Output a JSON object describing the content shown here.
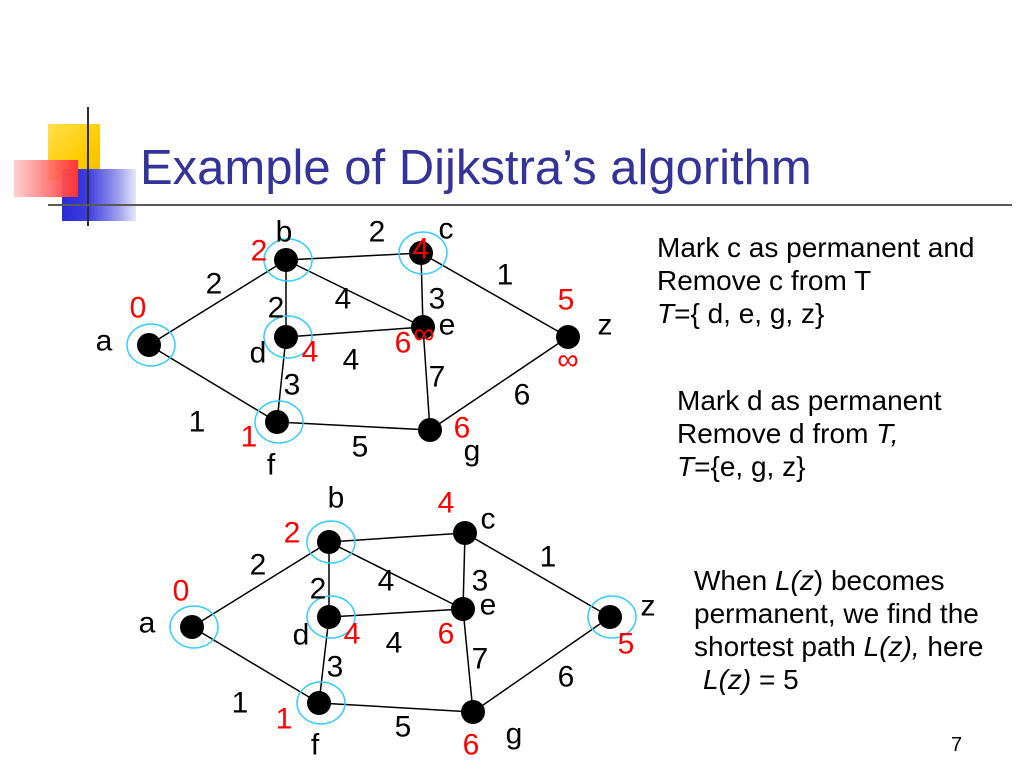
{
  "title": "Example of Dijkstra’s algorithm",
  "colors": {
    "title": "#333399",
    "distance_label": "#ff0000",
    "highlight_ring": "#33ccff",
    "edge": "#000000",
    "node": "#000000",
    "logo_yellow": "#ffcc00",
    "logo_red": "#ff3333",
    "logo_blue": "#2b2bd6"
  },
  "graphs": [
    {
      "node_labels": {
        "a": "a",
        "b": "b",
        "c": "c",
        "d": "d",
        "e": "e",
        "f": "f",
        "g": "g",
        "z": "z"
      },
      "edge_weights": {
        "a_b": "2",
        "a_f": "1",
        "b_c": "2",
        "b_d": "2",
        "d_f": "3",
        "b_e": "4",
        "c_e": "3",
        "c_z": "1",
        "d_e": "4",
        "e_g": "7",
        "g_z": "6",
        "f_g": "5"
      },
      "distance_labels": {
        "a": "0",
        "b": "2",
        "c": "4",
        "d": "4",
        "e": [
          "6",
          "∞"
        ],
        "f": "1",
        "g": "6",
        "z": [
          "5",
          "∞"
        ]
      },
      "node_highlighted": {
        "a": true,
        "b": true,
        "c": true,
        "d": true,
        "e": false,
        "f": true,
        "g": false,
        "z": false
      }
    },
    {
      "node_labels": {
        "a": "a",
        "b": "b",
        "c": "c",
        "d": "d",
        "e": "e",
        "f": "f",
        "g": "g",
        "z": "z"
      },
      "edge_weights": {
        "a_b": "2",
        "a_f": "1",
        "b_d": "2",
        "d_f": "3",
        "b_e": "4",
        "c_e": "3",
        "c_z": "1",
        "d_e": "4",
        "e_g": "7",
        "g_z": "6",
        "f_g": "5"
      },
      "distance_labels": {
        "a": "0",
        "b": "2",
        "c": "4",
        "d": "4",
        "e": "6",
        "f": "1",
        "g": "6",
        "z": "5"
      },
      "node_highlighted": {
        "a": true,
        "b": true,
        "c": false,
        "d": true,
        "e": false,
        "f": true,
        "g": false,
        "z": true
      }
    }
  ],
  "notes": {
    "step_c": {
      "line1": "Mark c as permanent and",
      "line2": "Remove c from T",
      "line3_var": "T",
      "line3_rest": "={ d, e, g, z}"
    },
    "step_d": {
      "line1": "Mark d as permanent",
      "line2_text": "Remove d from ",
      "line2_var": "T,",
      "line3_var": "T",
      "line3_rest": "={e, g, z}"
    },
    "conclusion": {
      "line1_text": "When ",
      "line1_var": "L(z",
      "line1_rest": ") becomes",
      "line2": "permanent, we find the",
      "line3_text": "shortest path ",
      "line3_var": "L(z),",
      "line3_rest": " here",
      "line4_var": "L(z)",
      "line4_rest": " = 5"
    }
  },
  "page_number": "7"
}
